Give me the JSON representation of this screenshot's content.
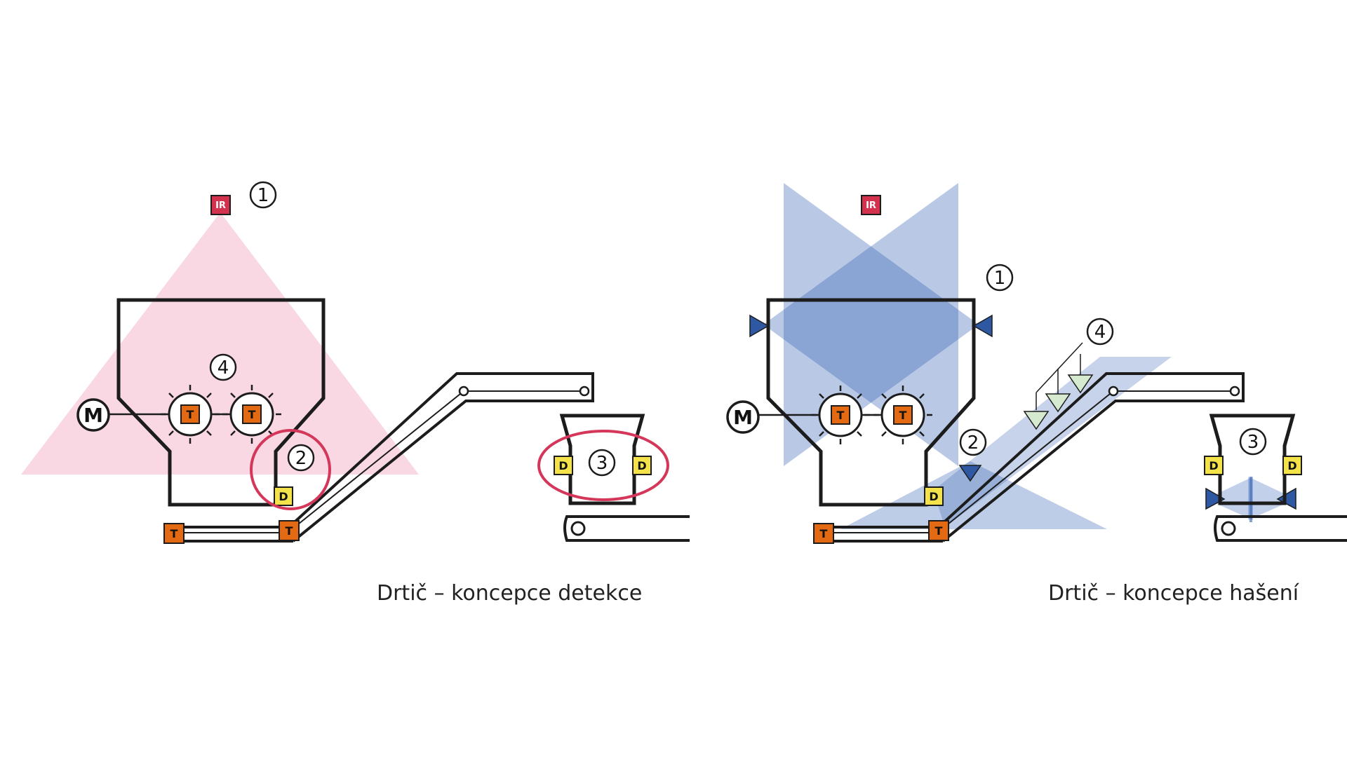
{
  "colors": {
    "outline": "#1c1c1c",
    "ir": "#d3324f",
    "temp": "#e36a12",
    "spark": "#f4e24a",
    "detect_zone": "#f8d4e1",
    "highlight": "#d4375a",
    "extinguish_zone": "#3562b5",
    "nozzle": "#2f58a3",
    "deluge_nozzle": "#d6ead0"
  },
  "detection": {
    "caption": "Drtič – koncepce detekce",
    "sensors": {
      "ir": "IR",
      "temperature": "T",
      "spark": "D"
    },
    "motor": "M",
    "markers": [
      "1",
      "2",
      "3",
      "4"
    ]
  },
  "extinguishing": {
    "caption": "Drtič – koncepce hašení",
    "sensors": {
      "ir": "IR",
      "temperature": "T",
      "spark": "D"
    },
    "motor": "M",
    "markers": [
      "1",
      "2",
      "3",
      "4"
    ]
  }
}
